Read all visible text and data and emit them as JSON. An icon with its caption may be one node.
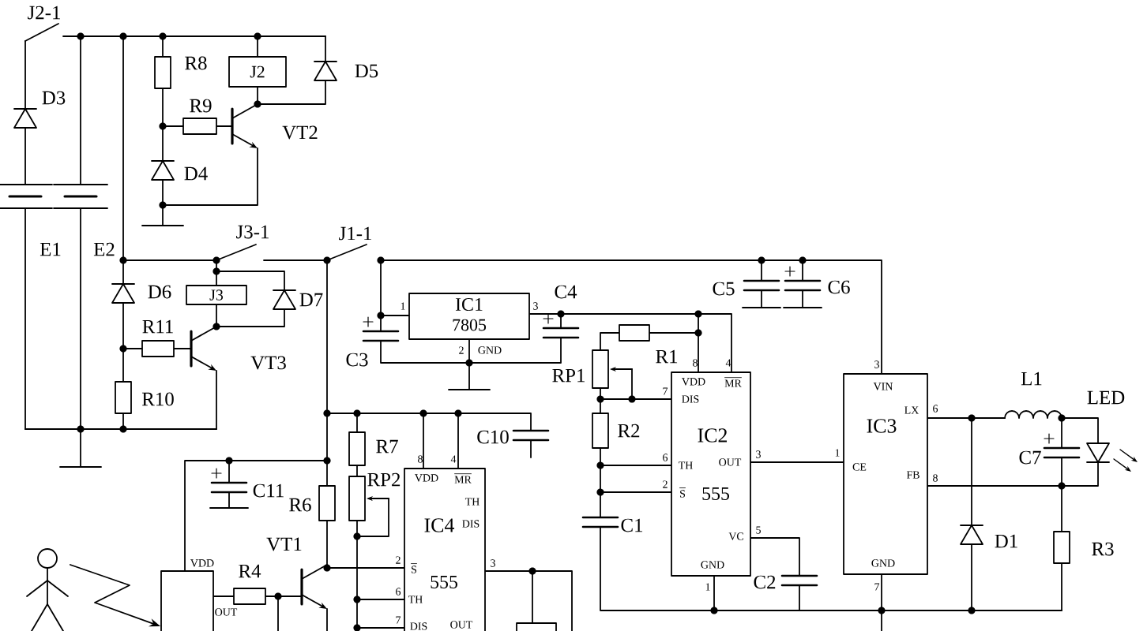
{
  "diagram": {
    "nodes": [
      {
        "text": [
          "J2"
        ]
      },
      {
        "text": [
          "J3"
        ]
      },
      {
        "text": [
          "IC1",
          "7805",
          "GND"
        ],
        "beside": [
          "1",
          "3",
          "2"
        ]
      },
      {
        "text": [
          "VDD",
          "MR",
          "DIS",
          "IC2",
          "TH",
          "OUT",
          "S",
          "555",
          "VC",
          "GND"
        ],
        "beside": [
          "8",
          "4",
          "7",
          "6",
          "2",
          "3",
          "5",
          "1"
        ]
      },
      {
        "text": [
          "VIN",
          "IC3",
          "LX",
          "CE",
          "FB",
          "GND"
        ],
        "beside": [
          "3",
          "6",
          "1",
          "8",
          "7"
        ]
      },
      {
        "text": [
          "VDD",
          "MR",
          "TH",
          "DIS",
          "IC4",
          "S",
          "555",
          "TH",
          "DIS",
          "OUT"
        ],
        "beside": [
          "8",
          "4",
          "2",
          "6",
          "7",
          "3"
        ]
      },
      {
        "text": [],
        "shape": "person"
      },
      {
        "text": [
          "VDD",
          "OUT"
        ]
      },
      {
        "text": [],
        "shape": "box"
      }
    ],
    "edges": [
      {
        "from": 2,
        "to": 3,
        "arrow": "none"
      },
      {
        "from": 3,
        "to": 4,
        "arrow": "none"
      },
      {
        "from": 5,
        "to": 8,
        "arrow": "none"
      },
      {
        "from": 6,
        "to": 7,
        "arrow": "to"
      },
      {
        "from": 5,
        "to": 7,
        "arrow": "none"
      },
      {
        "from": 2,
        "to": 4,
        "arrow": "none"
      },
      {
        "from": 0,
        "to": 1,
        "arrow": "none"
      }
    ],
    "labels": [
      "J2-1",
      "D3",
      "R8",
      "D5",
      "R9",
      "VT2",
      "D4",
      "E1",
      "E2",
      "J3-1",
      "J1-1",
      "D6",
      "D7",
      "R11",
      "VT3",
      "R10",
      "C3",
      "C4",
      "C5",
      "C6",
      "R1",
      "RP1",
      "R2",
      "C1",
      "C2",
      "C10",
      "R7",
      "RP2",
      "R6",
      "C11",
      "VT1",
      "R4",
      "L1",
      "LED",
      "C7",
      "D1",
      "R3"
    ]
  }
}
